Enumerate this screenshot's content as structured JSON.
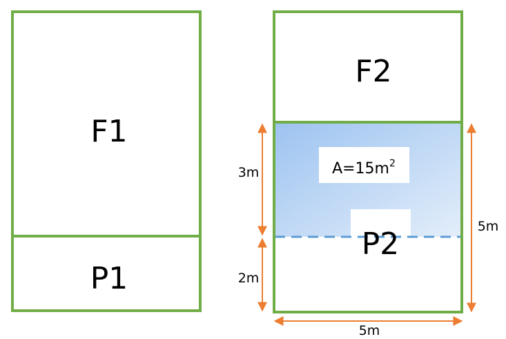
{
  "colors": {
    "frame": "#70AD47",
    "arrow": "#ED7D31",
    "dashed_line": "#5B9BD5",
    "fill_start": "#9DC3F0",
    "fill_end": "#E3EEFA"
  },
  "left_figure": {
    "top_label": "F1",
    "bottom_label": "P1"
  },
  "right_figure": {
    "top_label": "F2",
    "bottom_label": "P2",
    "area_label": "A=15m",
    "area_exponent": "2"
  },
  "dimensions": {
    "upper_height": "3m",
    "lower_height": "2m",
    "total_height": "5m",
    "width": "5m"
  }
}
